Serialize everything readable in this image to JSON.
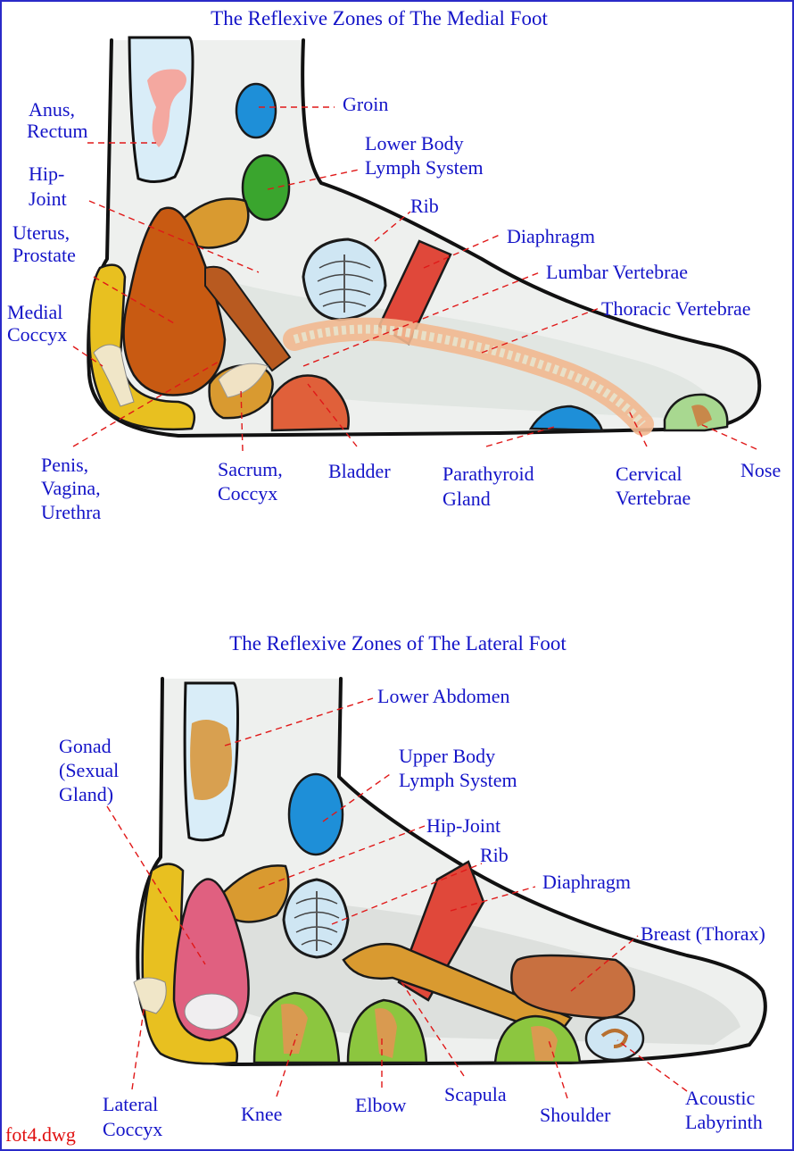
{
  "medial": {
    "title": "The Reflexive Zones of The Medial Foot",
    "labels": [
      [
        "Anus,",
        "Rectum"
      ],
      [
        "Groin"
      ],
      [
        "Lower Body",
        "Lymph System"
      ],
      [
        "Hip-",
        "Joint"
      ],
      [
        "Rib"
      ],
      [
        "Diaphragm"
      ],
      [
        "Uterus,",
        "Prostate"
      ],
      [
        "Lumbar Vertebrae"
      ],
      [
        "Thoracic Vertebrae"
      ],
      [
        "Medial",
        "Coccyx"
      ],
      [
        "Penis,",
        "Vagina,",
        "Urethra"
      ],
      [
        "Sacrum,",
        "Coccyx"
      ],
      [
        "Bladder"
      ],
      [
        "Parathyroid",
        "Gland"
      ],
      [
        "Cervical",
        "Vertebrae"
      ],
      [
        "Nose"
      ]
    ]
  },
  "lateral": {
    "title": "The Reflexive Zones of The Lateral Foot",
    "labels": [
      [
        "Lower Abdomen"
      ],
      [
        "Gonad",
        "(Sexual",
        "Gland)"
      ],
      [
        "Upper Body",
        "Lymph System"
      ],
      [
        "Hip-Joint"
      ],
      [
        "Rib"
      ],
      [
        "Diaphragm"
      ],
      [
        "Breast (Thorax)"
      ],
      [
        "Lateral",
        "Coccyx"
      ],
      [
        "Knee"
      ],
      [
        "Elbow"
      ],
      [
        "Scapula"
      ],
      [
        "Shoulder"
      ],
      [
        "Acoustic",
        "Labyrinth"
      ]
    ]
  },
  "filename": "fot4.dwg",
  "colors": {
    "label_text": "#1414c8",
    "leader_line": "#e01818",
    "filename_text": "#e01010",
    "frame": "#2a2ac8",
    "zone_blue": "#1e8fd8",
    "zone_green": "#3aa52e",
    "zone_light_green": "#8cc63f",
    "zone_orange": "#d2691e",
    "zone_red": "#e0483a",
    "zone_yellow": "#e8c020",
    "zone_light_blue": "#c8e4f4"
  }
}
